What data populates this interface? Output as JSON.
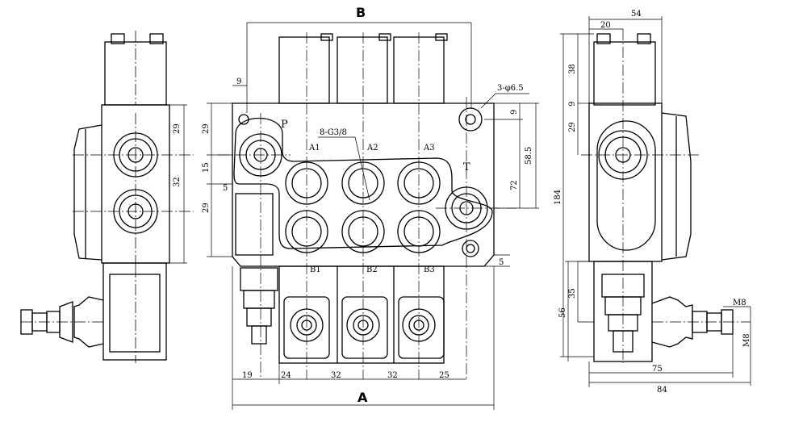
{
  "front": {
    "dim_A": "A",
    "dim_B": "B",
    "port_P": "P",
    "port_T": "T",
    "ports_A": [
      "A1",
      "A2",
      "A3"
    ],
    "ports_B": [
      "B1",
      "B2",
      "B3"
    ],
    "thread_note": "8-G3/8",
    "hole_note": "3-φ6.5",
    "bottom_dims": [
      "19",
      "24",
      "32",
      "32",
      "25"
    ],
    "left_dims": [
      "9",
      "29",
      "15",
      "5",
      "29"
    ],
    "right_dims": [
      "9",
      "58.5",
      "72",
      "5"
    ]
  },
  "side_right": {
    "dim_54": "54",
    "dim_20": "20",
    "dim_38": "38",
    "dim_9": "9",
    "dim_29": "29",
    "dim_184": "184",
    "dim_35": "35",
    "dim_56": "56",
    "dim_75": "75",
    "dim_84": "84",
    "dim_M8a": "M8",
    "dim_M8b": "M8"
  },
  "side_left": {
    "dim_29": "29",
    "dim_32": "32"
  }
}
